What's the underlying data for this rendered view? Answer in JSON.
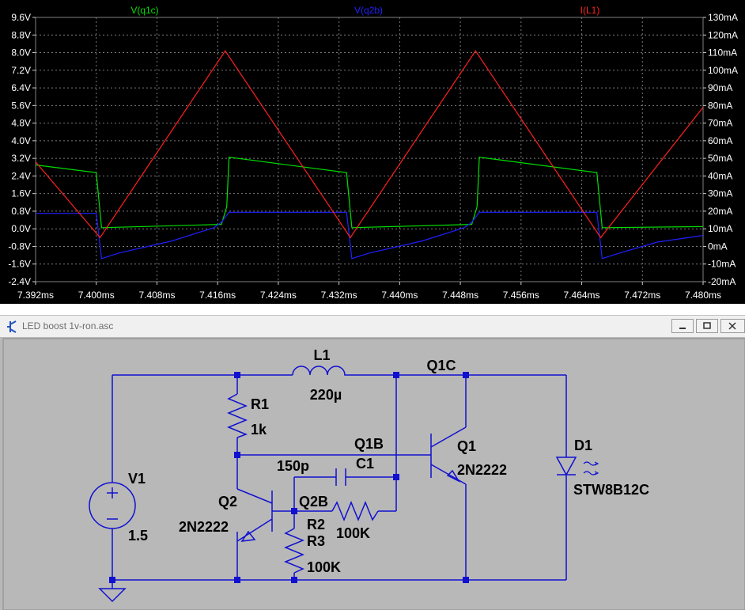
{
  "plot": {
    "traces": [
      {
        "name": "V(q1c)",
        "color": "#00e000"
      },
      {
        "name": "V(q2b)",
        "color": "#2020ff"
      },
      {
        "name": "I(L1)",
        "color": "#ff2020"
      }
    ],
    "left_axis_labels": [
      "9.6V",
      "8.8V",
      "8.0V",
      "7.2V",
      "6.4V",
      "5.6V",
      "4.8V",
      "4.0V",
      "3.2V",
      "2.4V",
      "1.6V",
      "0.8V",
      "0.0V",
      "-0.8V",
      "-1.6V",
      "-2.4V"
    ],
    "right_axis_labels": [
      "130mA",
      "120mA",
      "110mA",
      "100mA",
      "90mA",
      "80mA",
      "70mA",
      "60mA",
      "50mA",
      "40mA",
      "30mA",
      "20mA",
      "10mA",
      "0mA",
      "-10mA",
      "-20mA"
    ],
    "x_axis_labels": [
      "7.392ms",
      "7.400ms",
      "7.408ms",
      "7.416ms",
      "7.424ms",
      "7.432ms",
      "7.440ms",
      "7.448ms",
      "7.456ms",
      "7.464ms",
      "7.472ms",
      "7.480ms"
    ]
  },
  "chart_data": {
    "type": "line",
    "x_unit": "ms",
    "xlim": [
      7.392,
      7.48
    ],
    "ylim_left": [
      -2.4,
      9.6
    ],
    "ylim_left_unit": "V",
    "ylim_right": [
      -20,
      130
    ],
    "ylim_right_unit": "mA",
    "grid": true,
    "series": [
      {
        "name": "V(q1c)",
        "axis": "left",
        "points": [
          [
            7.392,
            2.9
          ],
          [
            7.4,
            2.55
          ],
          [
            7.4007,
            0.05
          ],
          [
            7.4165,
            0.2
          ],
          [
            7.4172,
            1.0
          ],
          [
            7.4175,
            3.25
          ],
          [
            7.433,
            2.55
          ],
          [
            7.4337,
            0.05
          ],
          [
            7.4495,
            0.2
          ],
          [
            7.4502,
            1.0
          ],
          [
            7.4505,
            3.25
          ],
          [
            7.466,
            2.55
          ],
          [
            7.4667,
            0.05
          ],
          [
            7.48,
            0.1
          ]
        ]
      },
      {
        "name": "V(q2b)",
        "axis": "left",
        "points": [
          [
            7.392,
            0.7
          ],
          [
            7.4,
            0.7
          ],
          [
            7.4007,
            -1.35
          ],
          [
            7.403,
            -1.1
          ],
          [
            7.41,
            -0.55
          ],
          [
            7.4155,
            0.05
          ],
          [
            7.4165,
            0.3
          ],
          [
            7.4175,
            0.75
          ],
          [
            7.433,
            0.75
          ],
          [
            7.4337,
            -1.35
          ],
          [
            7.436,
            -1.1
          ],
          [
            7.443,
            -0.55
          ],
          [
            7.4485,
            0.05
          ],
          [
            7.4495,
            0.3
          ],
          [
            7.4505,
            0.75
          ],
          [
            7.466,
            0.75
          ],
          [
            7.4667,
            -1.35
          ],
          [
            7.469,
            -1.1
          ],
          [
            7.474,
            -0.6
          ],
          [
            7.48,
            -0.3
          ]
        ]
      },
      {
        "name": "I(L1)",
        "axis": "right",
        "points": [
          [
            7.392,
            48
          ],
          [
            7.4005,
            5
          ],
          [
            7.417,
            111
          ],
          [
            7.4335,
            5
          ],
          [
            7.45,
            111
          ],
          [
            7.4665,
            5
          ],
          [
            7.48,
            79
          ]
        ]
      }
    ]
  },
  "schematic": {
    "title": "LED boost 1v-ron.asc",
    "labels": {
      "L1": "L1",
      "L1_value": "220µ",
      "Q1C": "Q1C",
      "Q1B": "Q1B",
      "Q1": "Q1",
      "Q1_model": "2N2222",
      "R1": "R1",
      "R1_value": "1k",
      "cap_value": "150p",
      "C1": "C1",
      "V1": "V1",
      "V1_value": "1.5",
      "Q2": "Q2",
      "Q2_model": "2N2222",
      "Q2B": "Q2B",
      "R2": "R2",
      "R2_value": "100K",
      "R3": "R3",
      "R3_value": "100K",
      "D1": "D1",
      "D1_model": "STW8B12C"
    }
  }
}
